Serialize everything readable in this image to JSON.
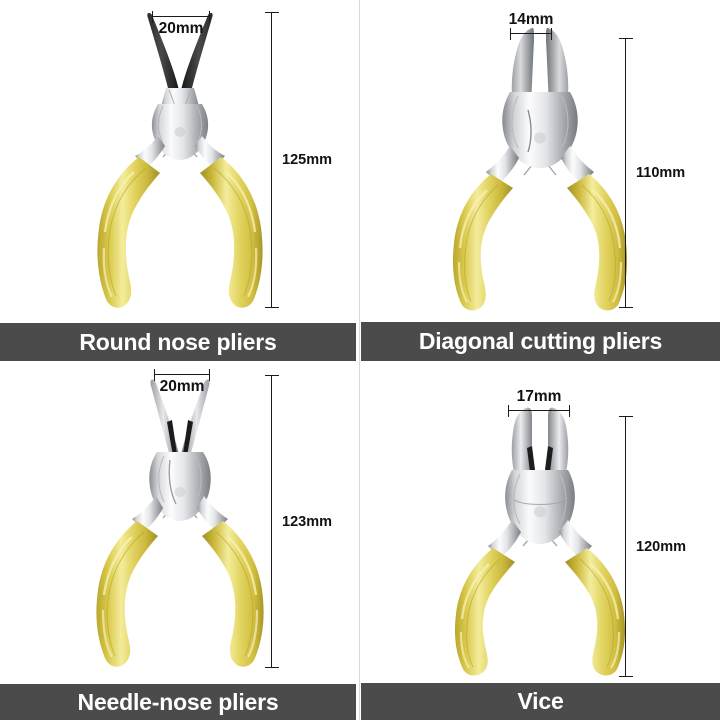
{
  "layout": {
    "background_color": "#ffffff",
    "caption_bar_color": "#4b4b4b",
    "caption_text_color": "#ffffff",
    "dimension_line_color": "#1a1a1a",
    "handle_color": "#d9c84a",
    "handle_highlight_color": "#f2e98f",
    "steel_light_color": "#e9eaec",
    "steel_dark_color": "#3a3a3a"
  },
  "panels": [
    {
      "id": "round-nose-pliers",
      "caption": "Round nose pliers",
      "width_label": "20mm",
      "length_label": "125mm",
      "width_label_position": "below",
      "jaw_style": "dark-tapered-round"
    },
    {
      "id": "diagonal-cutting-pliers",
      "caption": "Diagonal cutting pliers",
      "width_label": "14mm",
      "length_label": "110mm",
      "width_label_position": "above",
      "jaw_style": "short-angled-cutter"
    },
    {
      "id": "needle-nose-pliers",
      "caption": "Needle-nose pliers",
      "width_label": "20mm",
      "length_label": "123mm",
      "width_label_position": "below",
      "jaw_style": "chrome-tapered-serrated"
    },
    {
      "id": "vice",
      "caption": "Vice",
      "width_label": "17mm",
      "length_label": "120mm",
      "width_label_position": "above",
      "jaw_style": "flat-gripping-serrated"
    }
  ]
}
